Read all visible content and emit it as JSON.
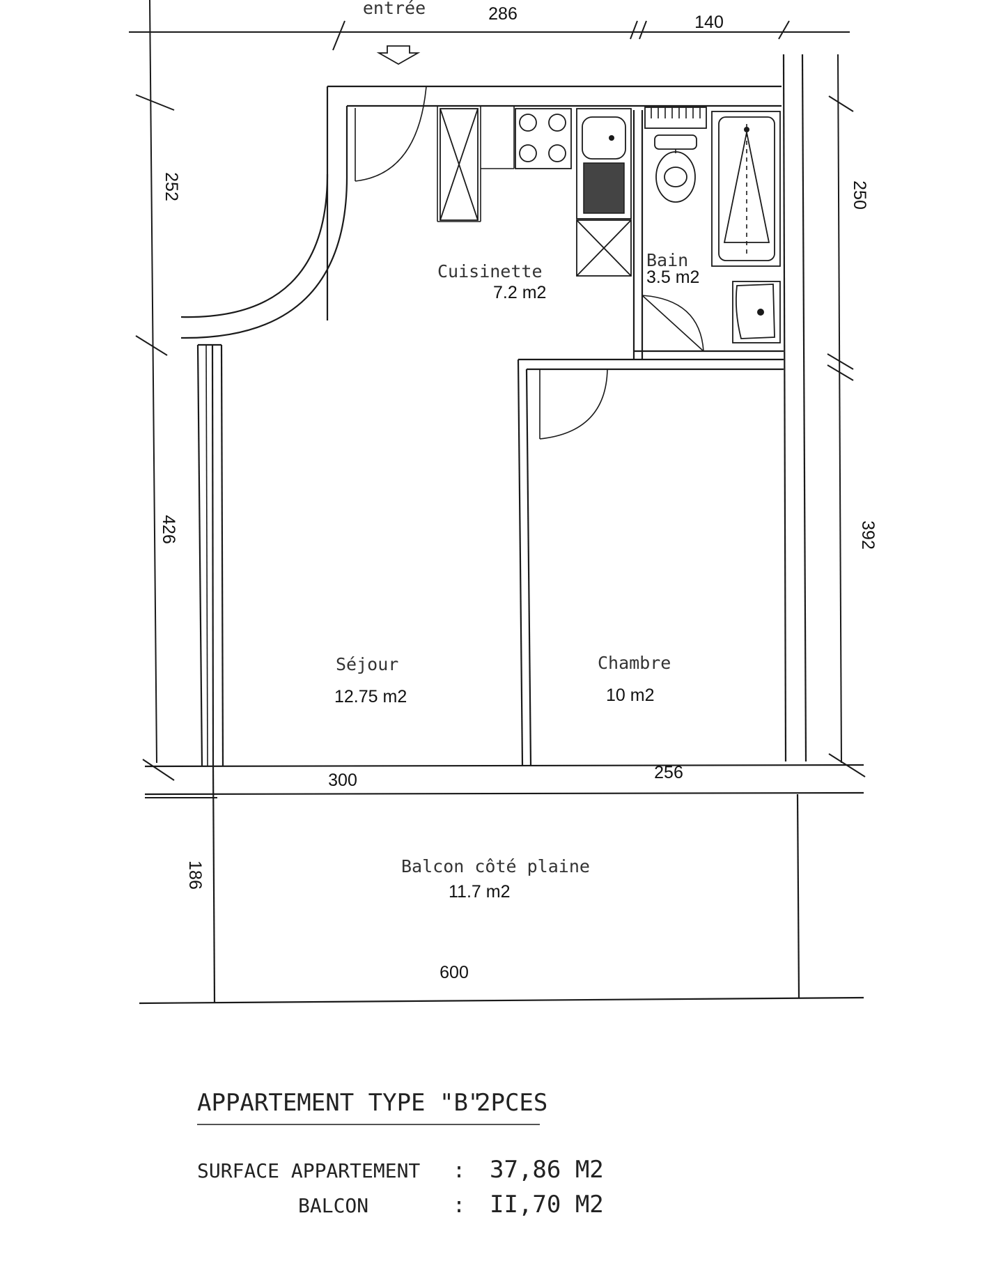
{
  "entrance_label": "entrée",
  "dimensions": {
    "top_left": "286",
    "top_right": "140",
    "left_upper": "252",
    "left_lower": "426",
    "right_upper": "250",
    "right_lower": "392",
    "bottom_left": "300",
    "bottom_right": "256",
    "balcony_depth": "186",
    "balcony_width": "600"
  },
  "rooms": {
    "kitchen": {
      "name": "Cuisinette",
      "area": "7.2 m2"
    },
    "bath": {
      "name": "Bain",
      "area": "3.5 m2"
    },
    "living": {
      "name": "Séjour",
      "area": "12.75 m2"
    },
    "bedroom": {
      "name": "Chambre",
      "area": "10 m2"
    },
    "balcony": {
      "name": "Balcon côté plaine",
      "area": "11.7 m2"
    }
  },
  "footer": {
    "title_main": "APPARTEMENT TYPE \"B\"",
    "title_rooms": "2PCES",
    "surface_label": "SURFACE APPARTEMENT",
    "separator": ":",
    "surface_value": "37,86 M2",
    "balcony_label": "BALCON",
    "balcony_value": "II,70 M2"
  }
}
